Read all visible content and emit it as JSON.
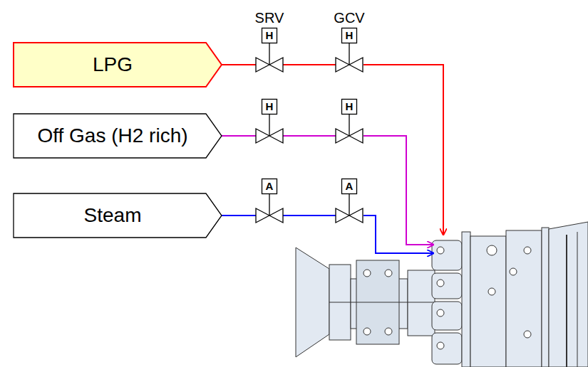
{
  "diagram": {
    "nodes": [
      {
        "text": [
          "LPG"
        ]
      },
      {
        "text": [
          "H"
        ]
      },
      {
        "text": [
          "H"
        ]
      },
      {
        "text": [
          "Off Gas (H2 rich)"
        ]
      },
      {
        "text": [
          "H"
        ]
      },
      {
        "text": [
          "H"
        ]
      },
      {
        "text": [
          "Steam"
        ]
      },
      {
        "text": [
          "A"
        ]
      },
      {
        "text": [
          "A"
        ]
      }
    ],
    "edges": [
      {
        "from": 0,
        "to": 1,
        "arrow": "none"
      },
      {
        "from": 1,
        "to": 2,
        "arrow": "none"
      },
      {
        "from": 3,
        "to": 4,
        "arrow": "none"
      },
      {
        "from": 4,
        "to": 5,
        "arrow": "none"
      },
      {
        "from": 6,
        "to": 7,
        "arrow": "none"
      },
      {
        "from": 7,
        "to": 8,
        "arrow": "none"
      }
    ],
    "labels": [
      "SRV",
      "GCV"
    ]
  }
}
